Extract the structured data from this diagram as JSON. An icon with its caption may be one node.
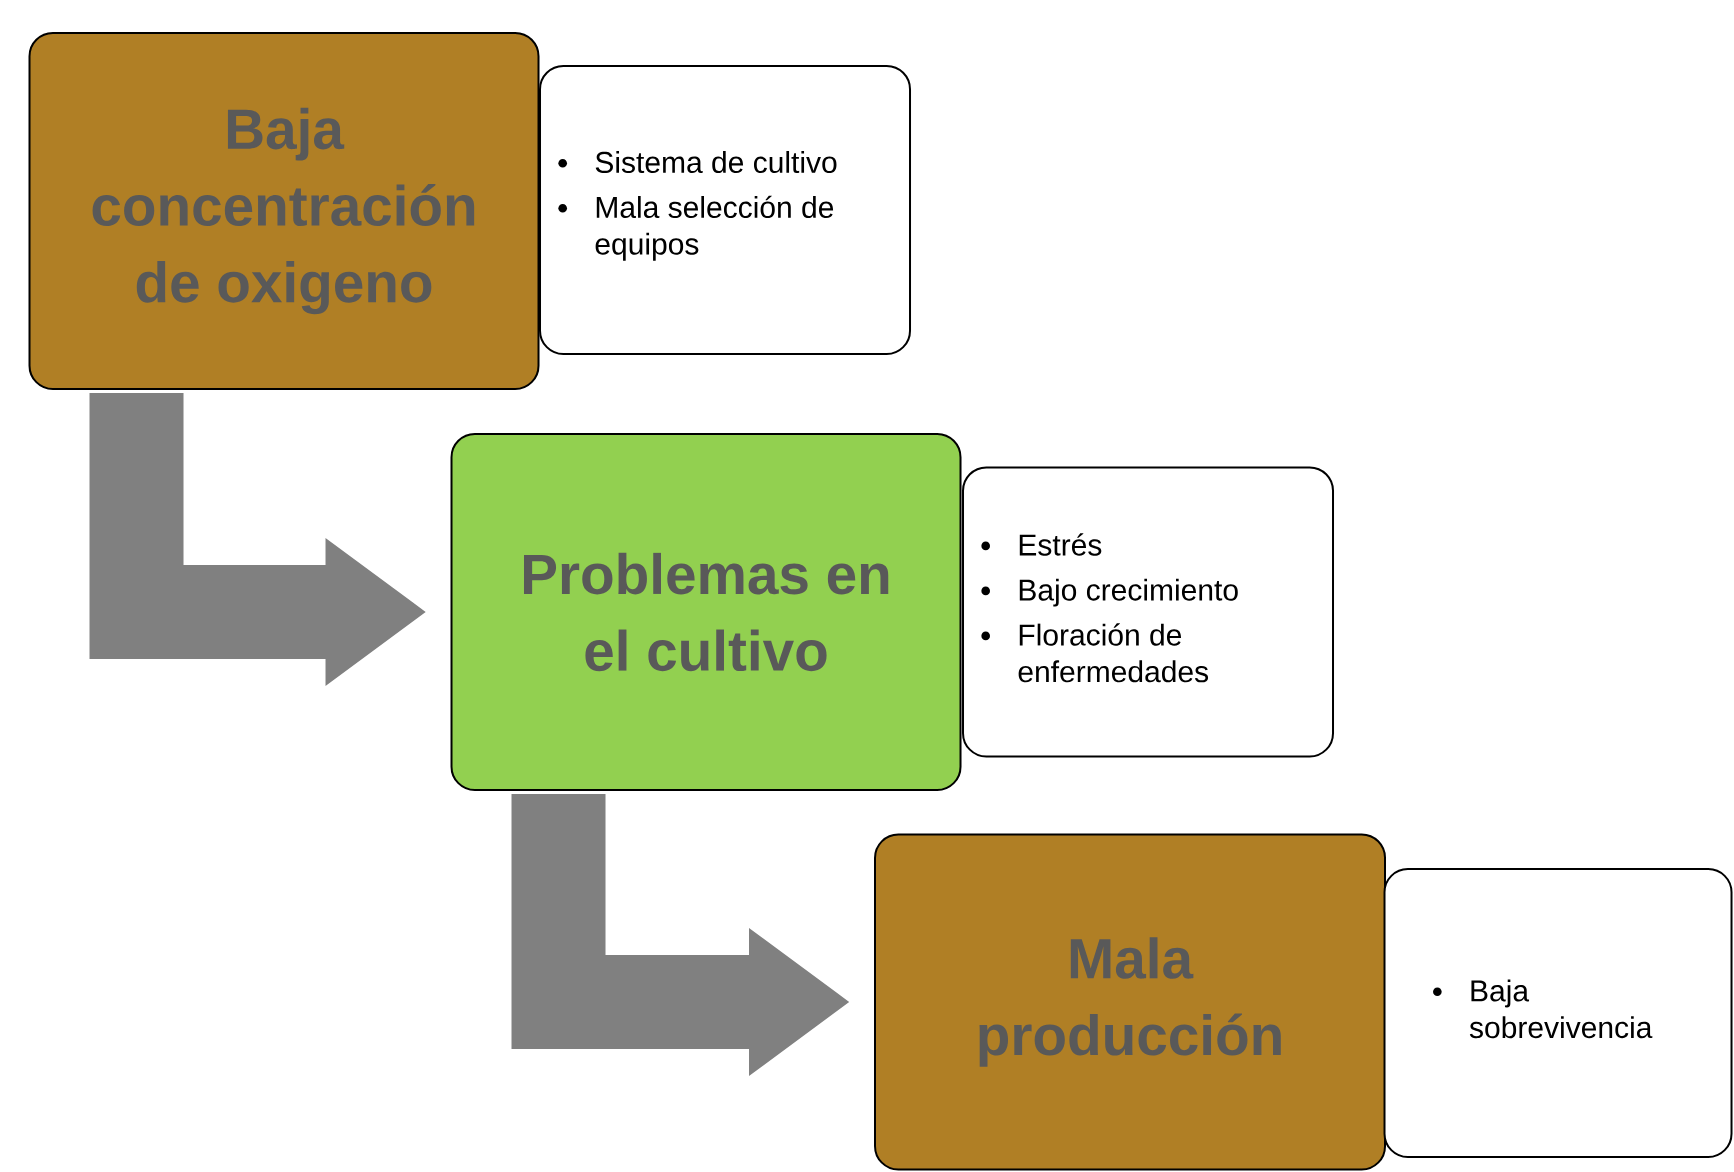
{
  "diagram": {
    "nodes": [
      {
        "text": [
          "Baja concentración de oxigeno"
        ]
      },
      {
        "text": [
          "Sistema de cultivo",
          "Mala selección de equipos"
        ]
      },
      {
        "text": [
          "Problemas en el cultivo"
        ]
      },
      {
        "text": [
          "Estrés",
          "Bajo crecimiento",
          "Floración de enfermedades"
        ]
      },
      {
        "text": [
          "Mala producción"
        ]
      },
      {
        "text": [
          "Baja sobrevivencia"
        ]
      }
    ],
    "edges": [
      {
        "from": 0,
        "to": 2,
        "arrow": "to"
      },
      {
        "from": 2,
        "to": 4,
        "arrow": "to"
      }
    ]
  }
}
